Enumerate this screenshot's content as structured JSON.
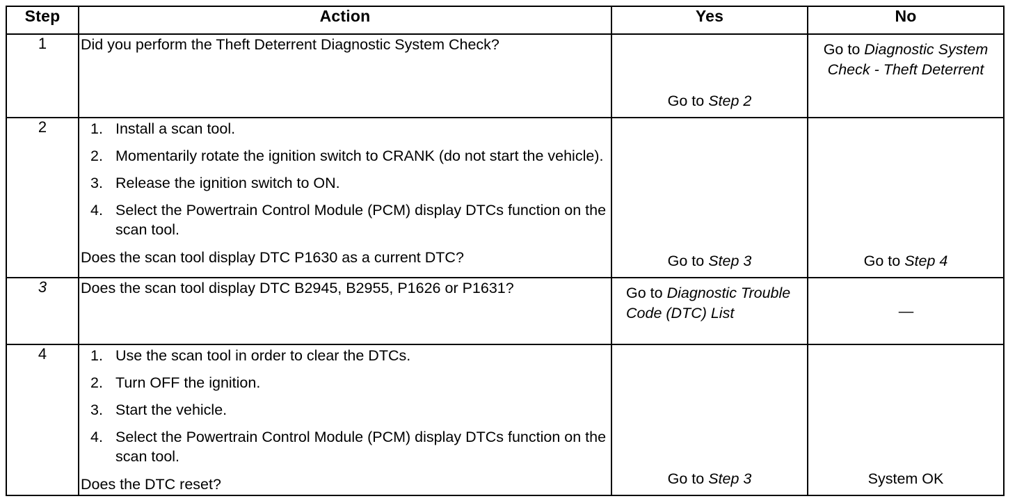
{
  "table": {
    "headers": {
      "step": "Step",
      "action": "Action",
      "yes": "Yes",
      "no": "No"
    },
    "rows": [
      {
        "step": "1",
        "step_italic": false,
        "lead_question": "Did you perform the Theft Deterrent Diagnostic System Check?",
        "substeps": [],
        "tail_question": "",
        "yes": {
          "prefix": "Go to ",
          "ref": "Step 2",
          "align": "center",
          "valign": "bottom"
        },
        "no": {
          "prefix": "Go to ",
          "ref": "Diagnostic System Check - Theft Deterrent",
          "align": "center",
          "valign": "top"
        }
      },
      {
        "step": "2",
        "step_italic": false,
        "lead_question": "",
        "substeps": [
          "Install a scan tool.",
          "Momentarily rotate the ignition switch to CRANK (do not start the vehicle).",
          "Release the ignition switch to ON.",
          "Select the Powertrain Control Module (PCM) display DTCs function on the scan tool."
        ],
        "tail_question": "Does the scan tool display DTC P1630 as a current DTC?",
        "yes": {
          "prefix": "Go to ",
          "ref": "Step 3",
          "align": "center",
          "valign": "bottom"
        },
        "no": {
          "prefix": "Go to ",
          "ref": "Step 4",
          "align": "center",
          "valign": "bottom"
        }
      },
      {
        "step": "3",
        "step_italic": true,
        "lead_question": "Does the scan tool display DTC B2945, B2955, P1626 or P1631?",
        "substeps": [],
        "tail_question": "",
        "yes": {
          "prefix": "Go to ",
          "ref": "Diagnostic Trouble Code (DTC) List",
          "align": "left",
          "valign": "top"
        },
        "no": {
          "prefix": "",
          "ref": "",
          "text": "—",
          "align": "center",
          "valign": "middle"
        }
      },
      {
        "step": "4",
        "step_italic": false,
        "lead_question": "",
        "substeps": [
          "Use the scan tool in order to clear the DTCs.",
          "Turn OFF the ignition.",
          "Start the vehicle.",
          "Select the Powertrain Control Module (PCM) display DTCs function on the scan tool."
        ],
        "tail_question": "Does the DTC reset?",
        "yes": {
          "prefix": "Go to ",
          "ref": "Step 3",
          "align": "center",
          "valign": "bottom"
        },
        "no": {
          "prefix": "",
          "ref": "",
          "text": "System OK",
          "align": "center",
          "valign": "bottom"
        }
      }
    ]
  }
}
